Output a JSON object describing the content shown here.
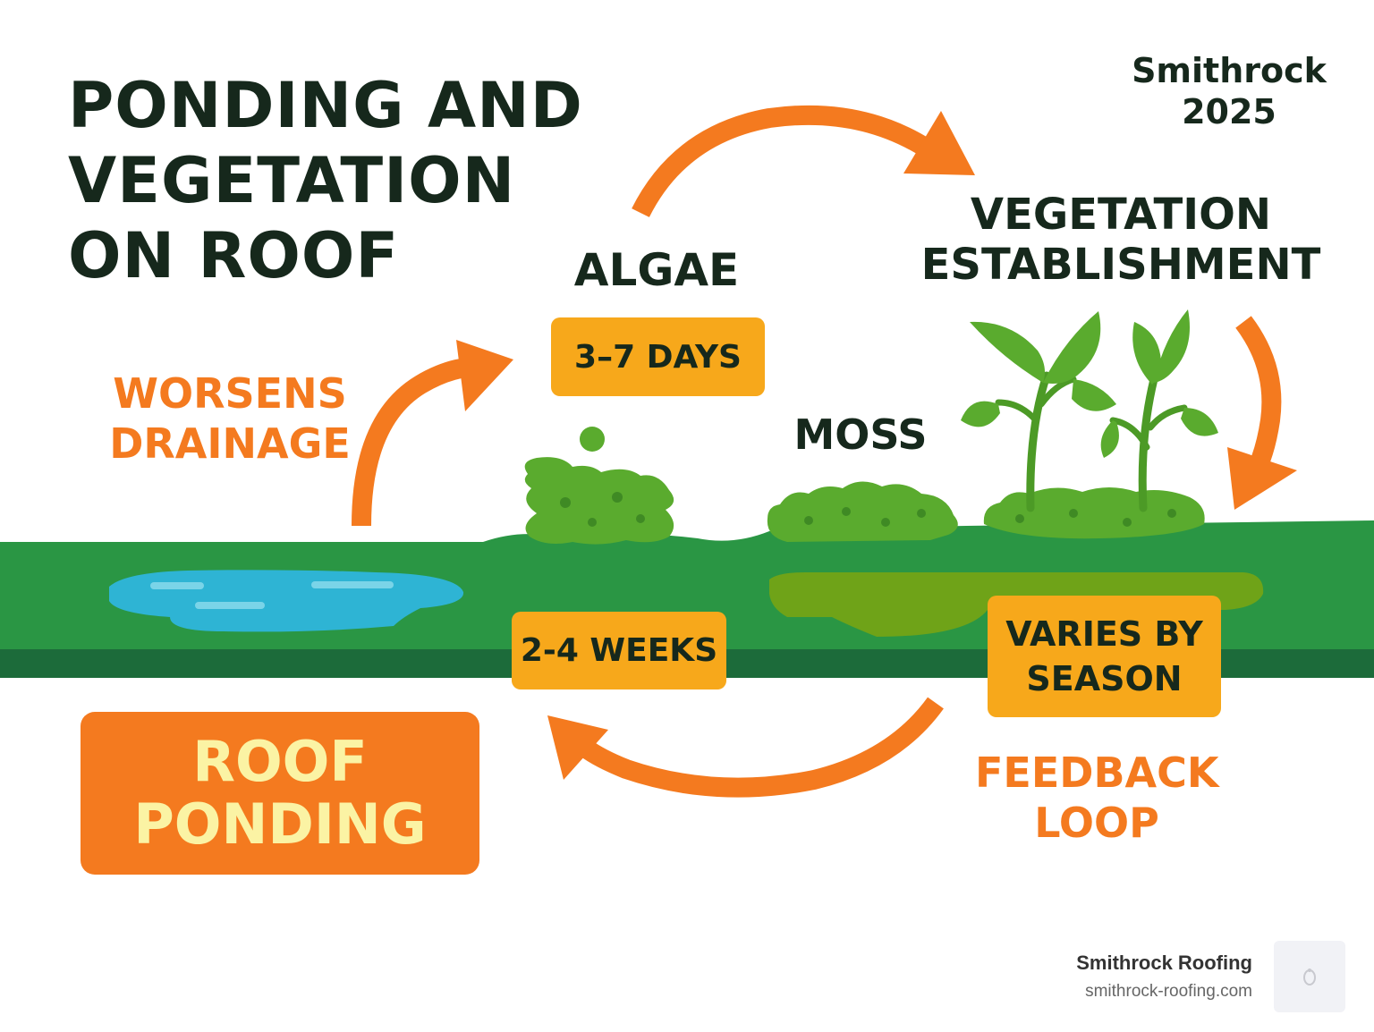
{
  "title": {
    "line1": "PONDING AND",
    "line2": "VEGETATION",
    "line3": "ON ROOF"
  },
  "brand": {
    "line1": "Smithrock",
    "line2": "2025"
  },
  "stages": {
    "algae": "ALGAE",
    "moss": "MOSS",
    "vegetation": {
      "line1": "VEGETATION",
      "line2": "ESTABLISHMENT"
    }
  },
  "durations": {
    "algae": "3–7 DAYS",
    "moss": "2-4 WEEKS",
    "vegetation": {
      "line1": "VARIES BY",
      "line2": "SEASON"
    }
  },
  "labels": {
    "worsens": {
      "line1": "WORSENS",
      "line2": "DRAINAGE"
    },
    "feedback": {
      "line1": "FEEDBACK",
      "line2": "LOOP"
    },
    "ponding": {
      "line1": "ROOF",
      "line2": "PONDING"
    }
  },
  "footer": {
    "name": "Smithrock Roofing",
    "url": "smithrock-roofing.com"
  },
  "icons": {
    "arrows": "curved-arrow-icon",
    "water": "water-puddle-icon",
    "algae": "algae-icon",
    "moss": "moss-icon",
    "plant": "sprout-icon",
    "logo": "logo-icon"
  },
  "colors": {
    "roof": "#2a9644",
    "roof_edge": "#1c6b3a",
    "water": "#2eb4d4",
    "plant": "#5aab2e",
    "arrow": "#f47a1f",
    "badge": "#f7a81b",
    "text": "#16281c",
    "ponding_text": "#fbf3a4"
  }
}
